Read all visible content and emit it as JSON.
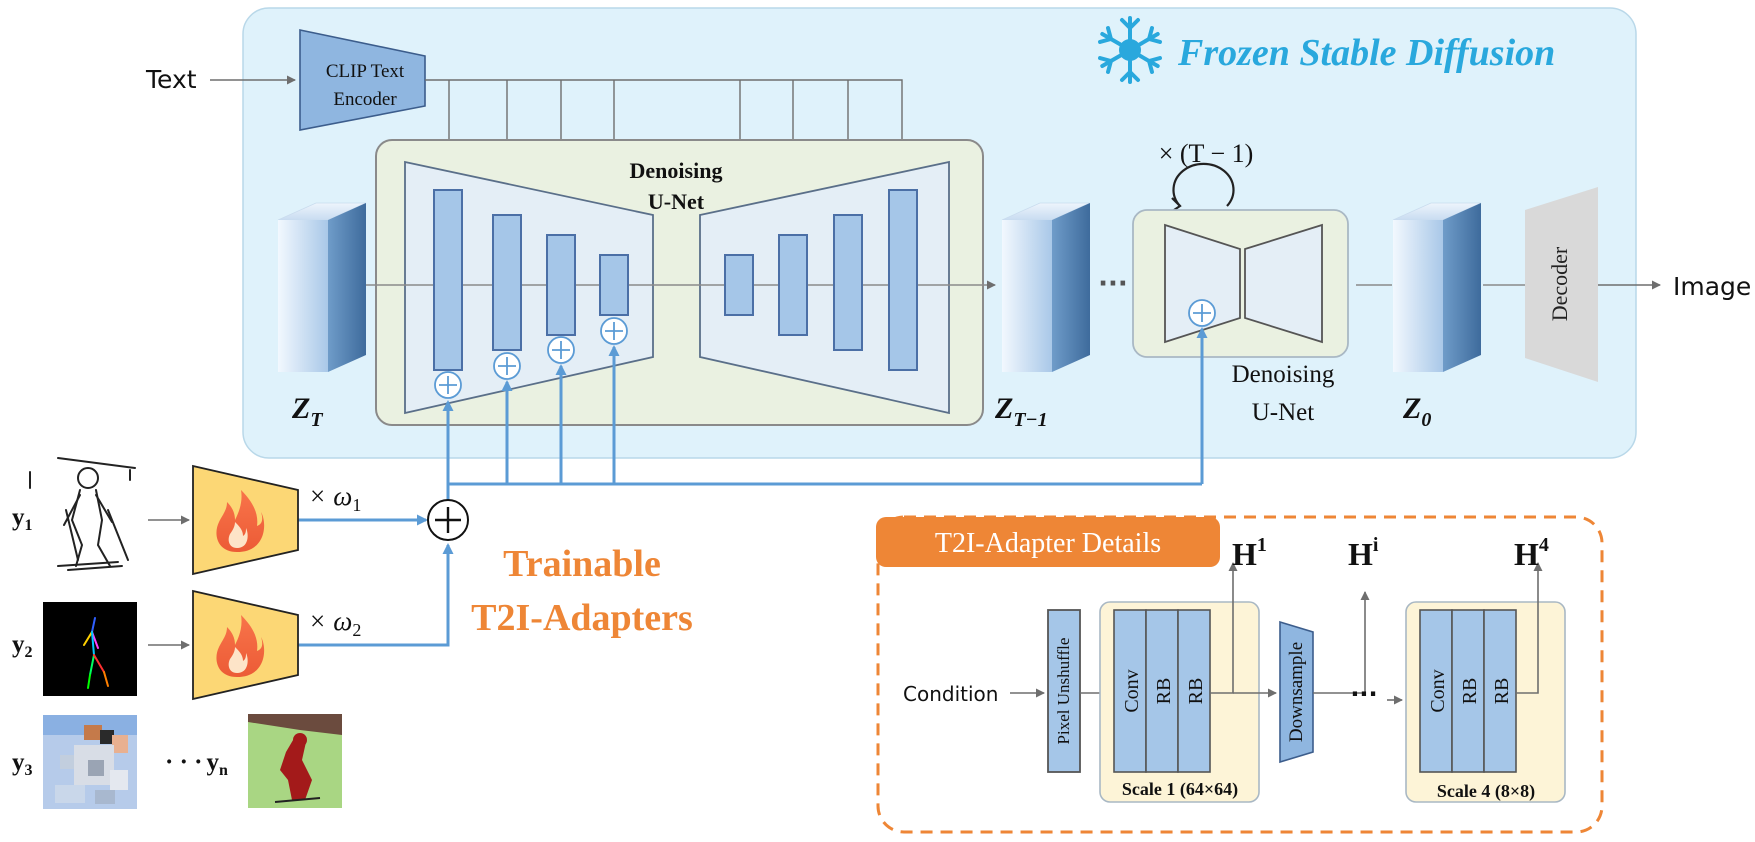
{
  "frozen": {
    "title": "Frozen Stable Diffusion",
    "text_input": "Text",
    "clip_line1": "CLIP Text",
    "clip_line2": "Encoder",
    "unet_line1": "Denoising",
    "unet_line2": "U-Net",
    "zt_main": "Z",
    "zt_sub": "T",
    "ztm1_main": "Z",
    "ztm1_sub": "T−1",
    "z0_main": "Z",
    "z0_sub": "0",
    "ellipsis": "···",
    "repeat": "× (T − 1)",
    "unet2_line1": "Denoising",
    "unet2_line2": "U-Net",
    "decoder": "Decoder",
    "image_output": "Image"
  },
  "adapters": {
    "trainable_line1": "Trainable",
    "trainable_line2": "T2I-Adapters",
    "y1_main": "y",
    "y1_sub": "1",
    "y2_main": "y",
    "y2_sub": "2",
    "y3_main": "y",
    "y3_sub": "3",
    "yn_dots": "· · ·",
    "yn_main": "y",
    "yn_sub": "n",
    "w1_times": "×",
    "w1_main": "ω",
    "w1_sub": "1",
    "w2_times": "×",
    "w2_main": "ω",
    "w2_sub": "2"
  },
  "details": {
    "title": "T2I-Adapter Details",
    "condition": "Condition",
    "pixel_unshuffle": "Pixel Unshuffle",
    "conv": "Conv",
    "rb": "RB",
    "scale1": "Scale 1 (64×64)",
    "downsample": "Downsample",
    "ellipsis": "···",
    "scale4": "Scale 4 (8×8)",
    "h1_main": "H",
    "h1_sup": "1",
    "hi_main": "H",
    "hi_sup": "i",
    "h4_main": "H",
    "h4_sup": "4"
  },
  "colors": {
    "frozen_bg": "#dff2fb",
    "frozen_title": "#29a8dd",
    "orange": "#ee8636",
    "block_blue": "#a5c6e8",
    "block_border": "#4b6fa6",
    "unet_panel": "#eaf1e1",
    "adapter_yellow": "#fcd775",
    "scale_panel": "#fdf4d7",
    "decoder_gray": "#d9d9d9",
    "arrow_blue": "#5b9bd5"
  },
  "icons": [
    "snowflake-icon",
    "fire-icon",
    "loop-arrow-icon",
    "plus-circle-icon"
  ]
}
